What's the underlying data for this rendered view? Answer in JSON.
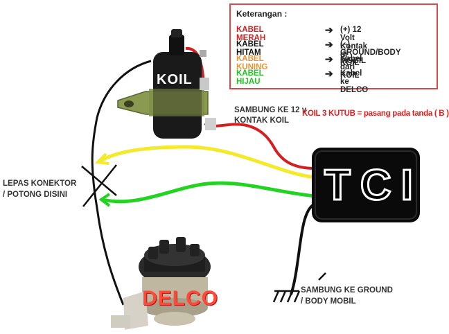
{
  "legend": {
    "title": "Keterangan :",
    "items": [
      {
        "name": "KABEL MERAH",
        "desc": "(+) 12 Volt Kontak di KOIL",
        "color": "#d42020"
      },
      {
        "name": "KABEL HITAM",
        "desc": "(–) GROUND/BODY MOBIL",
        "color": "#111111"
      },
      {
        "name": "KABEL KUNING",
        "desc": "Kabel dari KOIL",
        "color": "#e8943a"
      },
      {
        "name": "KABEL HIJAU",
        "desc": "Kabel ke DELCO",
        "color": "#22c322"
      }
    ]
  },
  "components": {
    "koil": "KOIL",
    "tci": "TCI",
    "delco": "DELCO"
  },
  "labels": {
    "sambung_12v_line1": "SAMBUNG KE 12 v",
    "sambung_12v_line2": "KONTAK KOIL",
    "koil_3_kutub": "KOIL 3 KUTUB = pasang pada tanda ( B )",
    "lepas_line1": "LEPAS KONEKTOR",
    "lepas_line2": "/ POTONG DISINI",
    "ground_line1": "SAMBUNG KE GROUND",
    "ground_line2": "/ BODY MOBIL"
  },
  "wire_colors": {
    "red": "#d42020",
    "black": "#111111",
    "yellow": "#f2ea2a",
    "green": "#22d322"
  }
}
